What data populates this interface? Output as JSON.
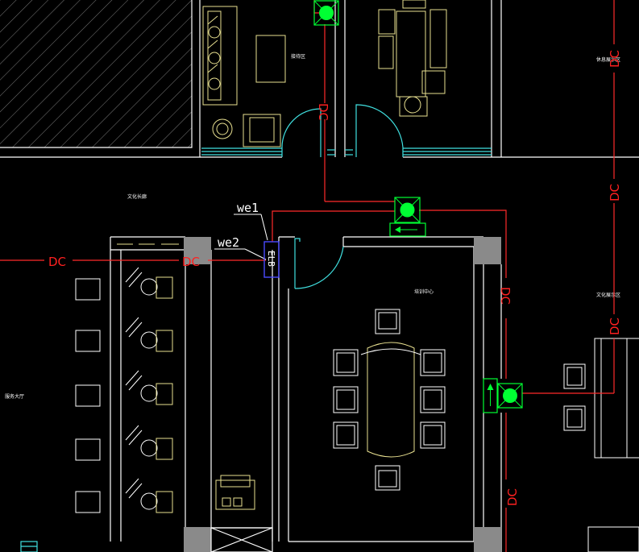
{
  "labels": {
    "dc": "DC",
    "we1": "we1",
    "we2": "we2",
    "elb": "ELB"
  },
  "rooms": {
    "top_left": "接待区",
    "left_center": "文化长廊",
    "left_hall": "服务大厅",
    "meeting": "培训中心",
    "right_top": "休息展示区",
    "right_mid": "文化展示区"
  },
  "colors": {
    "wall": "#ffffff",
    "furniture": "#e8e090",
    "circuit": "#ff2a2a",
    "door": "#40e0e0",
    "device": "#00ff33",
    "panel": "#3a3aff",
    "column": "#8a8a8a"
  },
  "icons": [
    "exit-sign-icon",
    "arrow-left-icon",
    "arrow-up-icon",
    "chair-icon",
    "sofa-icon",
    "table-icon"
  ]
}
